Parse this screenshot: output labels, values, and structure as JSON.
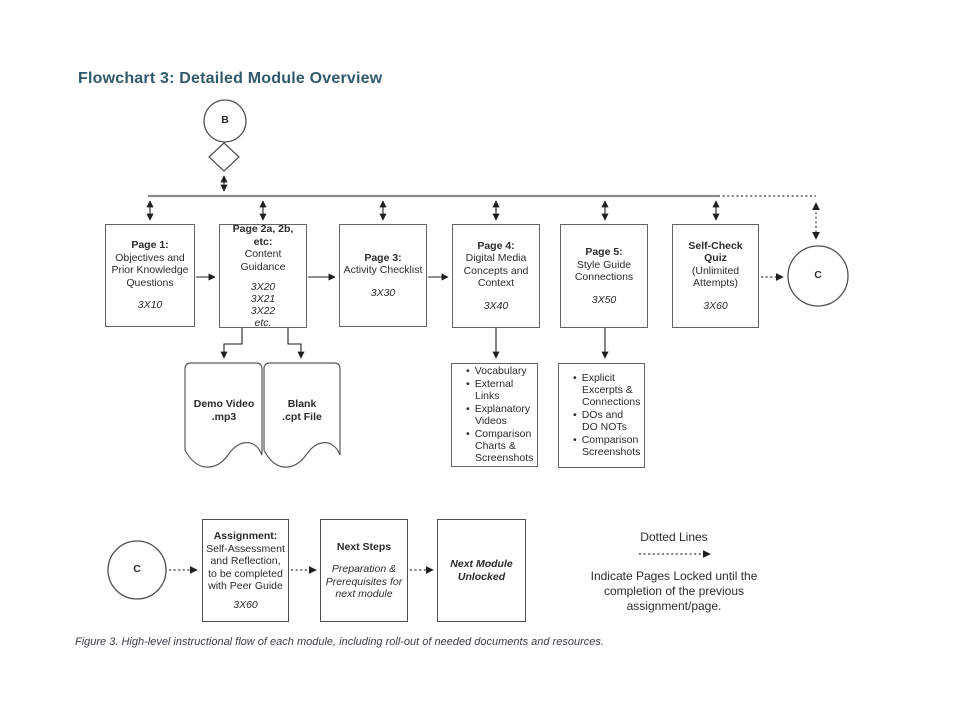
{
  "title": "Flowchart 3: Detailed Module Overview",
  "colors": {
    "title_accent": "#30596b",
    "bus_line_gray": "#8c8c8c",
    "connector_black": "#1f1f1f",
    "box_border": "#636363"
  },
  "nodes": {
    "b": {
      "label": "B"
    },
    "c_right": {
      "label": "C"
    },
    "c_bottom": {
      "label": "C"
    },
    "page1": {
      "heading": "Page 1:",
      "body": "Objectives and Prior Knowledge Questions",
      "code": "3X10"
    },
    "page2": {
      "heading": "Page 2a, 2b, etc:",
      "body": "Content Guidance",
      "codes": [
        "3X20",
        "3X21",
        "3X22",
        "etc."
      ]
    },
    "page3": {
      "heading": "Page 3:",
      "body": "Activity Checklist",
      "code": "3X30"
    },
    "page4": {
      "heading": "Page 4:",
      "body": "Digital Media Concepts and Context",
      "code": "3X40"
    },
    "page5": {
      "heading": "Page 5:",
      "body": "Style Guide Connections",
      "code": "3X50"
    },
    "quiz": {
      "heading": "Self-Check Quiz",
      "body": "(Unlimited Attempts)",
      "code": "3X60"
    },
    "doc_demo": {
      "line1": "Demo Video",
      "line2": ".mp3"
    },
    "doc_blank": {
      "line1": "Blank",
      "line2": ".cpt File"
    },
    "list_page4": {
      "items": [
        "Vocabulary",
        "External Links",
        "Explanatory Videos",
        "Comparison Charts & Screenshots"
      ]
    },
    "list_page5": {
      "items": [
        "Explicit Excerpts & Connections",
        "DOs and DO NOTs",
        "Comparison Screenshots"
      ]
    },
    "assignment": {
      "heading": "Assignment:",
      "body": "Self-Assessment and Reflection, to be completed with Peer Guide",
      "code": "3X60"
    },
    "next_steps": {
      "heading": "Next Steps",
      "body": "Preparation & Prerequisites for next module"
    },
    "next_module": {
      "label": "Next Module Unlocked"
    }
  },
  "legend": {
    "heading": "Dotted Lines",
    "text": "Indicate Pages Locked until the completion of the previous assignment/page."
  },
  "caption": "Figure 3. High-level instructional flow of each module, including roll-out of needed documents and resources."
}
